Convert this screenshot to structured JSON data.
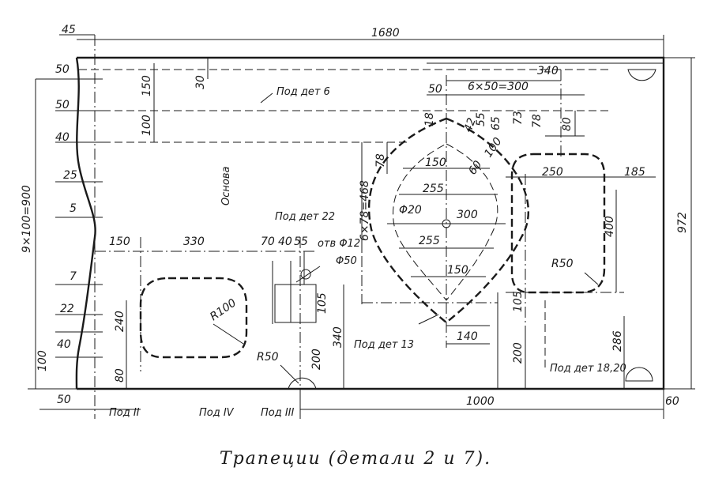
{
  "caption": "Трапеции (детали 2 и 7).",
  "dimensions": {
    "left_offset": "45",
    "total_length": "1680",
    "top_right_width": "340",
    "hole_pitch": "6×50=300",
    "top_pitch_start": "50",
    "left_edge_50a": "50",
    "left_edge_50b": "50",
    "left_edge_40a": "40",
    "left_edge_25": "25",
    "left_edge_5": "5",
    "left_edge_7": "7",
    "left_edge_22": "22",
    "left_edge_40b": "40",
    "left_height_100": "100",
    "bottom_left_50": "50",
    "vertical_total": "9×100=900",
    "row_150": "150",
    "row_100": "100",
    "row_30": "30",
    "span_150": "150",
    "span_330": "330",
    "span_70": "70",
    "span_40": "40",
    "span_55": "55",
    "left_win_240": "240",
    "left_win_80": "80",
    "radius_100": "R100",
    "radius_50_left": "R50",
    "height_200_left": "200",
    "height_105_mid": "105",
    "height_340": "340",
    "oval_18": "18",
    "oval_42": "42",
    "oval_55": "55",
    "oval_65": "65",
    "oval_73": "73",
    "oval_78a": "78",
    "oval_80": "80",
    "oval_100": "100",
    "oval_60": "60",
    "oval_78b": "78",
    "oval_150_top": "150",
    "oval_255_top": "255",
    "oval_300": "300",
    "oval_255_bot": "255",
    "oval_150_bot": "150",
    "oval_140": "140",
    "oval_468": "6×78=468",
    "phi_20": "Φ20",
    "right_250": "250",
    "right_185": "185",
    "right_400": "400",
    "radius_50_right": "R50",
    "right_105": "105",
    "right_200": "200",
    "right_286": "286",
    "right_height_972": "972",
    "bottom_1000": "1000",
    "bottom_60": "60"
  },
  "labels": {
    "pod_det_6": "Под дет 6",
    "osnova": "Основа",
    "pod_det_22": "Под дет 22",
    "otv_phi12": "отв Φ12",
    "phi_50": "Φ50",
    "pod_det_13": "Под дет 13",
    "pod_det_18_20": "Под дет 18,20",
    "pod_II": "Под II",
    "pod_IV": "Под IV",
    "pod_III": "Под III"
  }
}
